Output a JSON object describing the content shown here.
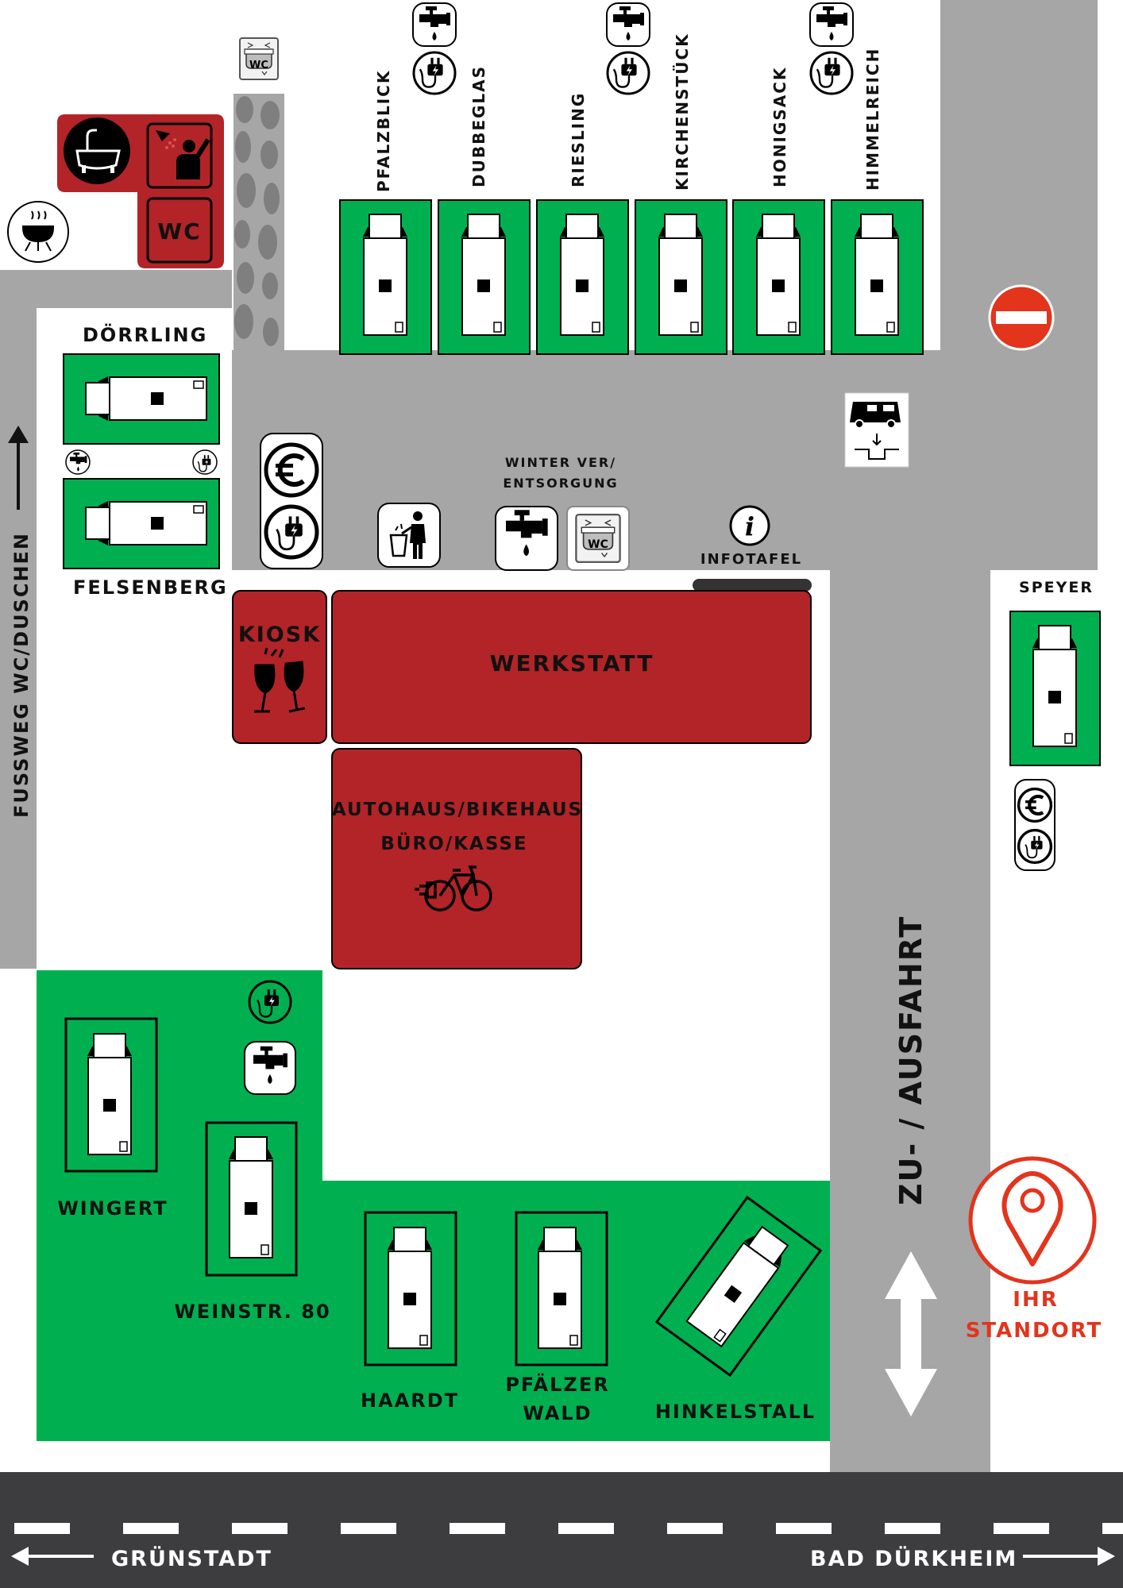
{
  "colors": {
    "road": "#a6a6a6",
    "street": "#3d3d40",
    "green": "#00b050",
    "building": "#b22428",
    "location": "#e3341c"
  },
  "pitches": {
    "top": [
      "PFALZBLICK",
      "DUBBEGLAS",
      "RIESLING",
      "KIRCHENSTÜCK",
      "HONIGSACK",
      "HIMMELREICH"
    ],
    "left_upper": "DÖRRLING",
    "left_lower": "FELSENBERG",
    "right": "SPEYER",
    "bottom_wingert": "WINGERT",
    "bottom_weinstr": "WEINSTR. 80",
    "bottom_haardt": "HAARDT",
    "bottom_pfaelzer_line1": "PFÄLZER",
    "bottom_pfaelzer_line2": "WALD",
    "bottom_hinkelstall": "HINKELSTALL"
  },
  "buildings": {
    "kiosk": "KIOSK",
    "werkstatt": "WERKSTATT",
    "autohaus_line1": "AUTOHAUS/BIKEHAUS",
    "autohaus_line2": "BÜRO/KASSE",
    "wc": "WC"
  },
  "labels": {
    "footpath": "FUSSWEG WC/DUSCHEN",
    "winter_line1": "WINTER VER/",
    "winter_line2": "ENTSORGUNG",
    "infotafel": "INFOTAFEL",
    "zu_ausfahrt": "ZU- / AUSFAHRT",
    "standort_line1": "IHR",
    "standort_line2": "STANDORT",
    "gruenstadt": "GRÜNSTADT",
    "bad_duerkheim": "BAD DÜRKHEIM",
    "wc_small": "WC",
    "euro_symbol": "€"
  },
  "icons": [
    "wc-sign-icon",
    "sink-icon",
    "shower-icon",
    "barbecue-icon",
    "water-tap-icon",
    "power-plug-icon",
    "euro-icon",
    "trash-bin-icon",
    "info-icon",
    "no-entry-icon",
    "motorhome-dump-icon",
    "wine-glasses-icon",
    "e-bike-icon",
    "location-pin-icon",
    "arrow-icon"
  ]
}
